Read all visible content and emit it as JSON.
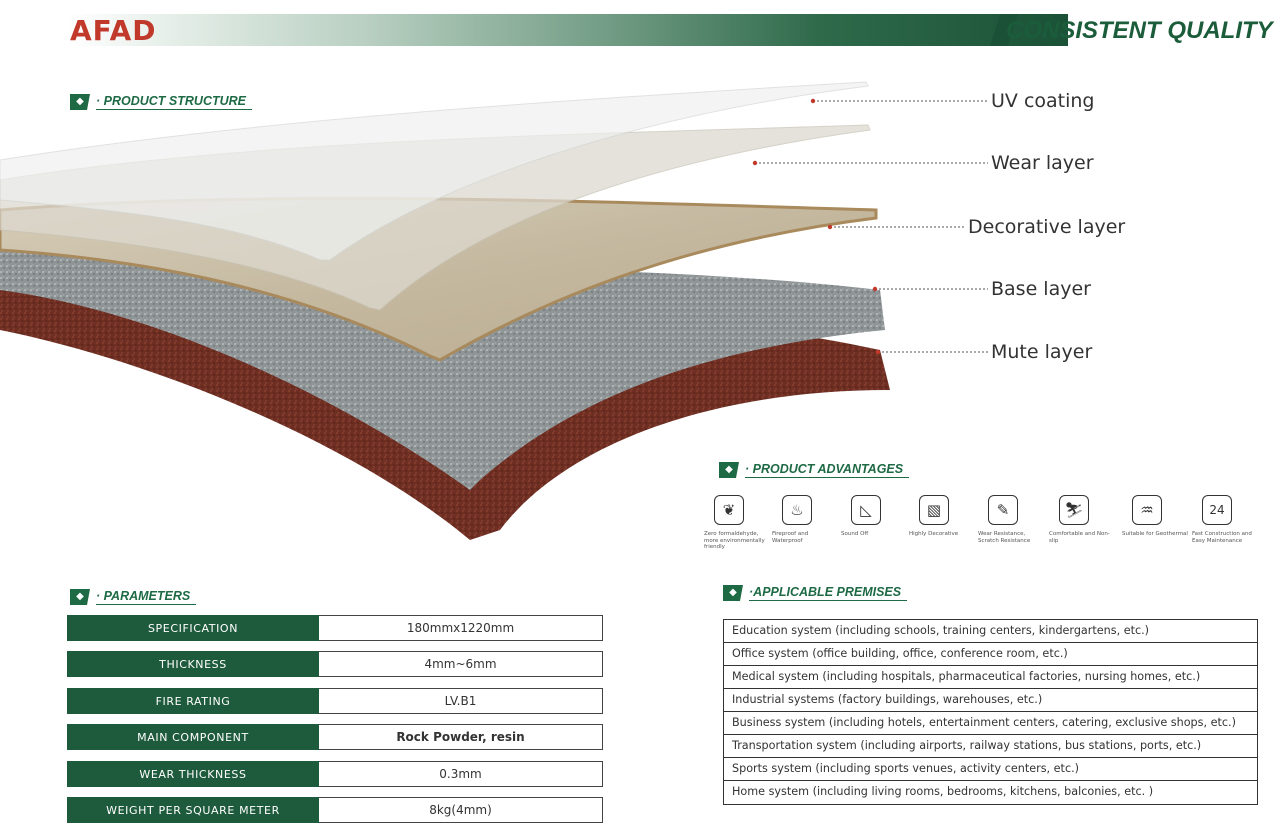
{
  "header": {
    "brand": "AFAD",
    "tagline": "CONSISTENT QUALITY"
  },
  "sections": {
    "structure": "· PRODUCT STRUCTURE",
    "advantages": "· PRODUCT  ADVANTAGES",
    "parameters": "· PARAMETERS",
    "premises": "·APPLICABLE PREMISES"
  },
  "layers": [
    {
      "label": "UV coating"
    },
    {
      "label": "Wear  layer"
    },
    {
      "label": "Decorative layer"
    },
    {
      "label": "Base layer"
    },
    {
      "label": "Mute layer"
    }
  ],
  "layer_colors": {
    "uv": "#e9ecea",
    "wear": "#ddd9cf",
    "decorative": "#c9bfa9",
    "base": "#9ea4a6",
    "mute": "#6e2e22",
    "marker": "#c0392b"
  },
  "advantages": [
    {
      "icon": "leaf-icon",
      "glyph": "❦",
      "text": "Zero formaldehyde, more environmentally friendly"
    },
    {
      "icon": "fire-water-icon",
      "glyph": "♨",
      "text": "Fireproof and Waterproof"
    },
    {
      "icon": "sound-off-icon",
      "glyph": "◺",
      "text": "Sound Off"
    },
    {
      "icon": "pattern-icon",
      "glyph": "▧",
      "text": "Highly Decorative"
    },
    {
      "icon": "scratch-icon",
      "glyph": "✎",
      "text": "Wear Resistance, Scratch Resistance"
    },
    {
      "icon": "non-slip-icon",
      "glyph": "⛷",
      "text": "Comfortable and Non-slip"
    },
    {
      "icon": "geothermal-icon",
      "glyph": "♒",
      "text": "Suitable for Geothermal"
    },
    {
      "icon": "maintenance-24-icon",
      "glyph": "24",
      "text": "Fast Construction and Easy Maintenance"
    }
  ],
  "parameters": [
    {
      "key": "SPECIFICATION",
      "value": "180mmx1220mm"
    },
    {
      "key": "THICKNESS",
      "value": "4mm~6mm"
    },
    {
      "key": "FIRE RATING",
      "value": "LV.B1"
    },
    {
      "key": "MAIN COMPONENT",
      "value": "Rock Powder, resin"
    },
    {
      "key": "WEAR THICKNESS",
      "value": "0.3mm"
    },
    {
      "key": "WEIGHT PER SQUARE METER",
      "value": "8kg(4mm)"
    }
  ],
  "premises": [
    "Education system (including schools, training centers, kindergartens, etc.)",
    "Office system (office building, office, conference room, etc.)",
    "Medical system (including hospitals, pharmaceutical factories, nursing homes, etc.)",
    "Industrial systems (factory buildings, warehouses, etc.)",
    "Business system (including hotels, entertainment centers, catering, exclusive shops, etc.)",
    "Transportation system (including airports, railway stations, bus stations, ports, etc.)",
    "Sports system (including sports venues, activity centers, etc.)",
    "Home system (including living rooms, bedrooms, kitchens, balconies, etc. )"
  ]
}
